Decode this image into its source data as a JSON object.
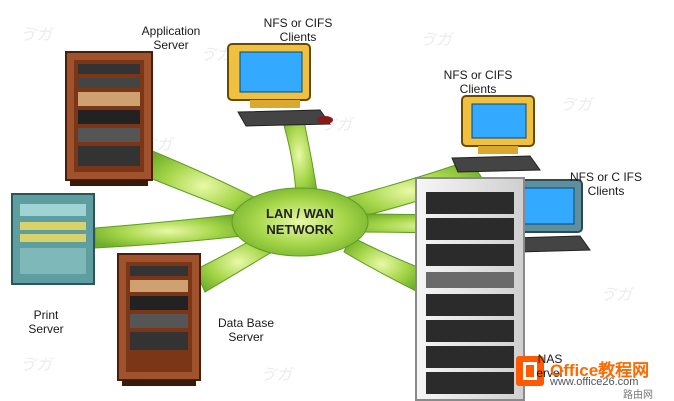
{
  "diagram": {
    "hub_label": [
      "LAN / WAN",
      "NETWORK"
    ],
    "nodes": {
      "application_server": [
        "Application",
        "Server"
      ],
      "nfs_client_1": [
        "NFS or CIFS",
        "Clients"
      ],
      "nfs_client_2": [
        "NFS or CIFS",
        "Clients"
      ],
      "nfs_client_3": [
        "NFS or C IFS",
        "Clients"
      ],
      "print_server": [
        "Print",
        "Server"
      ],
      "database_server": [
        "Data Base",
        "Server"
      ],
      "nas": [
        "NAS",
        "erver"
      ]
    },
    "colors": {
      "network": "#8cc63f",
      "network_light": "#d6f08a",
      "server_wood": "#a0522d",
      "server_dark": "#5a2a12",
      "print_server": "#5f9ea0",
      "monitor_beige": "#f0c040",
      "screen": "#33aaff",
      "nas_body": "#e8e8e8",
      "nas_bay": "#2b2b2b"
    }
  },
  "watermark": {
    "logo": "office-logo",
    "brand": "Office教程网",
    "url": "www.office26.com",
    "sub": "路由网"
  }
}
